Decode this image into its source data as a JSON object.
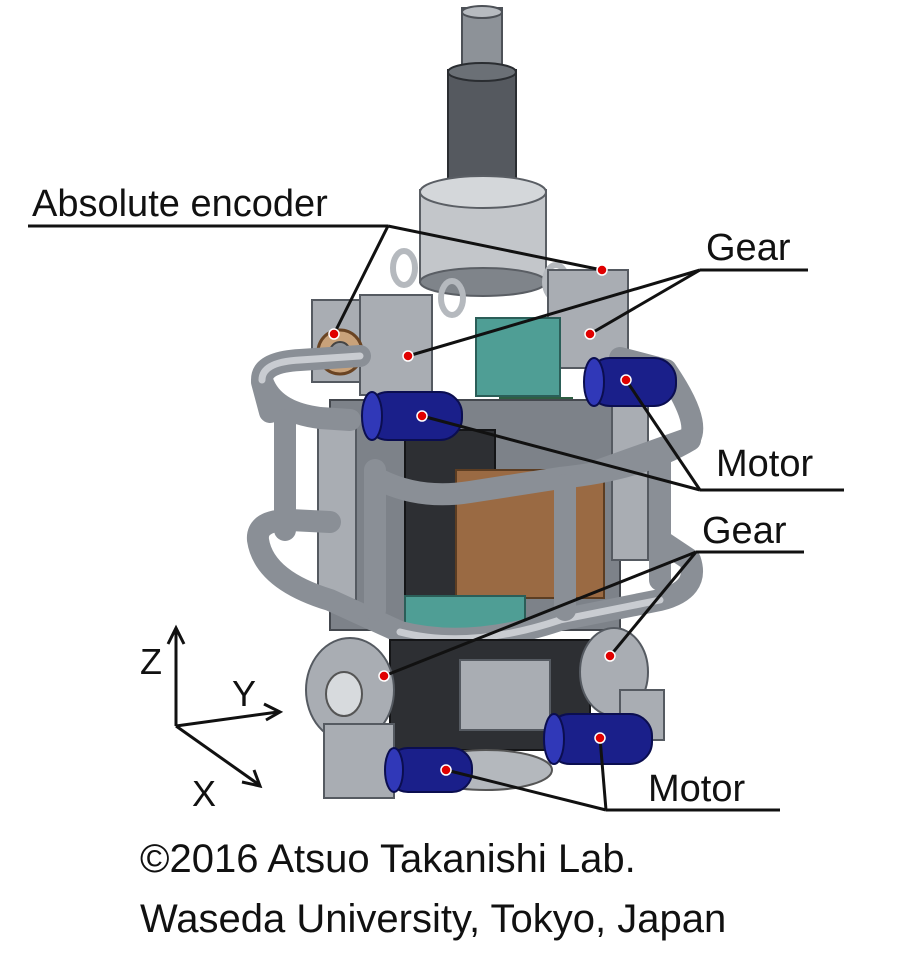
{
  "labels": {
    "absolute_encoder": "Absolute encoder",
    "gear_top": "Gear",
    "motor_top": "Motor",
    "gear_bottom": "Gear",
    "motor_bottom": "Motor"
  },
  "axes": {
    "z": "Z",
    "y": "Y",
    "x": "X"
  },
  "credit": {
    "line1": "©2016 Atsuo Takanishi Lab.",
    "line2": "Waseda University, Tokyo, Japan"
  },
  "colors": {
    "marker": "#e00000",
    "motor": "#1a1f8a",
    "frame": "#8a8f96",
    "battery": "#9a6a43",
    "board": "#4f9e95"
  }
}
